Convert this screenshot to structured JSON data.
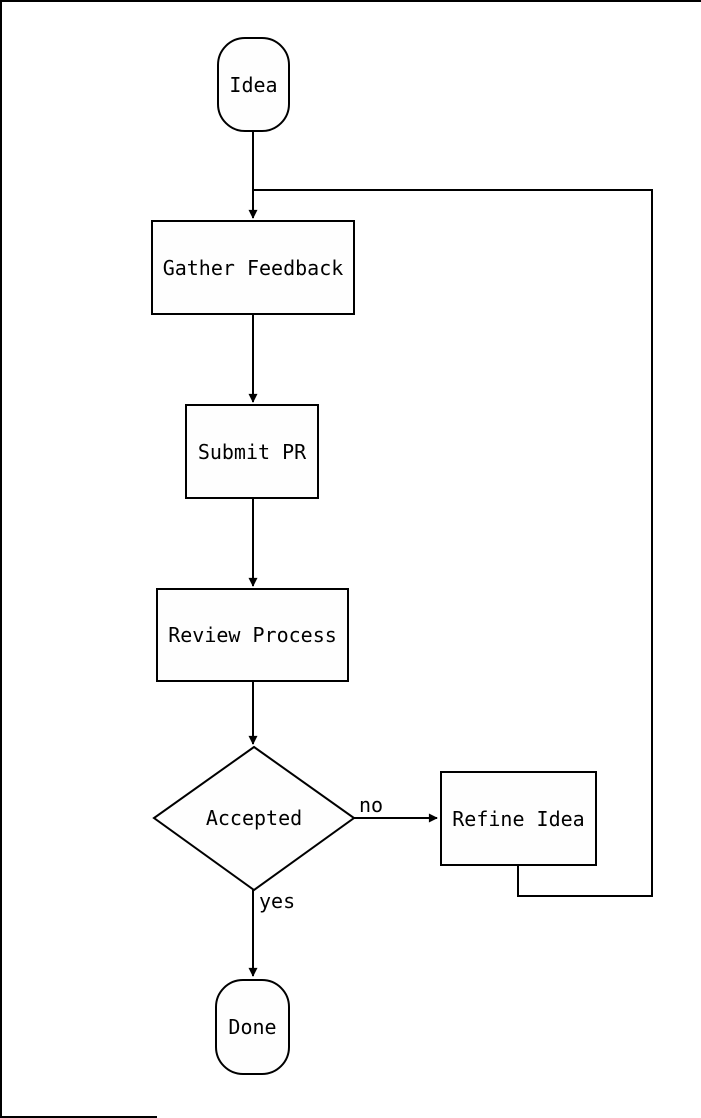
{
  "diagram": {
    "type": "flowchart",
    "direction": "top-down",
    "colors": {
      "stroke": "#000000",
      "node_fill": "#fefefe",
      "background": "#ffffff",
      "text": "#000000"
    },
    "nodes": [
      {
        "id": "idea",
        "label": "Idea",
        "shape": "stadium"
      },
      {
        "id": "gather",
        "label": "Gather Feedback",
        "shape": "rect"
      },
      {
        "id": "submit",
        "label": "Submit PR",
        "shape": "rect"
      },
      {
        "id": "review",
        "label": "Review Process",
        "shape": "rect"
      },
      {
        "id": "accepted",
        "label": "Accepted",
        "shape": "diamond"
      },
      {
        "id": "refine",
        "label": "Refine Idea",
        "shape": "rect"
      },
      {
        "id": "done",
        "label": "Done",
        "shape": "stadium"
      }
    ],
    "edges": [
      {
        "from": "idea",
        "to": "gather",
        "label": ""
      },
      {
        "from": "gather",
        "to": "submit",
        "label": ""
      },
      {
        "from": "submit",
        "to": "review",
        "label": ""
      },
      {
        "from": "review",
        "to": "accepted",
        "label": ""
      },
      {
        "from": "accepted",
        "to": "refine",
        "label": "no"
      },
      {
        "from": "accepted",
        "to": "done",
        "label": "yes"
      },
      {
        "from": "refine",
        "to": "gather",
        "label": ""
      }
    ]
  }
}
